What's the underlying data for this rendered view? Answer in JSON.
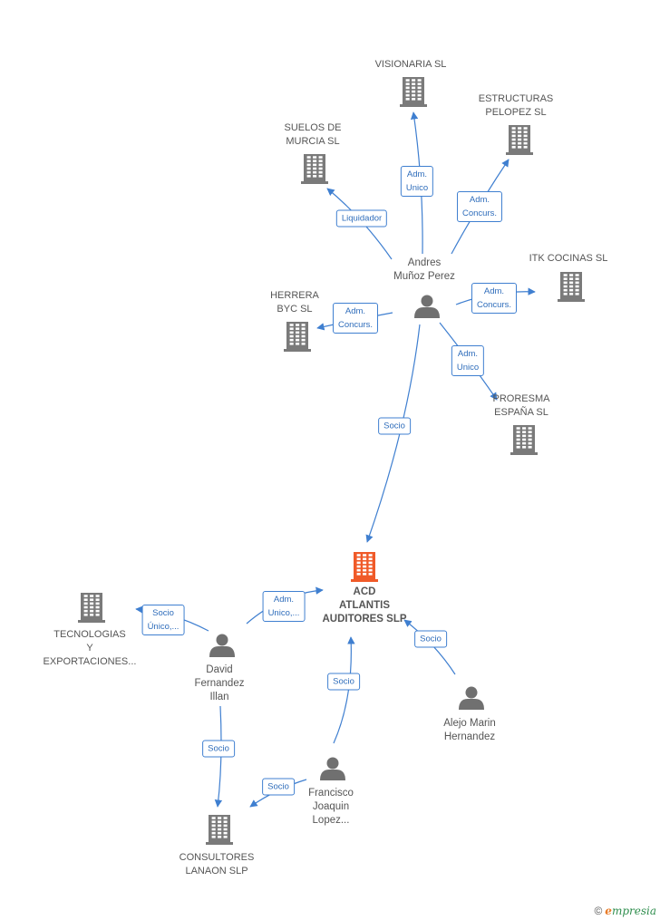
{
  "colors": {
    "edge": "#3f7fd0",
    "company_icon": "#7a7a7a",
    "main_icon": "#f05a28",
    "person_icon": "#707070"
  },
  "nodes": {
    "main": {
      "lines": [
        "ACD",
        "ATLANTIS",
        "AUDITORES SLP"
      ],
      "icon": "building-icon"
    },
    "andres": {
      "lines": [
        "Andres",
        "Muñoz Perez"
      ],
      "icon": "person-icon"
    },
    "visionaria": {
      "lines": [
        "VISIONARIA SL"
      ],
      "icon": "building-icon"
    },
    "estructuras": {
      "lines": [
        "ESTRUCTURAS",
        "PELOPEZ SL"
      ],
      "icon": "building-icon"
    },
    "suelos": {
      "lines": [
        "SUELOS DE",
        "MURCIA SL"
      ],
      "icon": "building-icon"
    },
    "itk": {
      "lines": [
        "ITK COCINAS SL"
      ],
      "icon": "building-icon"
    },
    "herrera": {
      "lines": [
        "HERRERA",
        "BYC SL"
      ],
      "icon": "building-icon"
    },
    "proresma": {
      "lines": [
        "PRORESMA",
        "ESPAÑA SL"
      ],
      "icon": "building-icon"
    },
    "tecnologias": {
      "lines": [
        "TECNOLOGIAS",
        "Y",
        "EXPORTACIONES..."
      ],
      "icon": "building-icon"
    },
    "david": {
      "lines": [
        "David",
        "Fernandez",
        "Illan"
      ],
      "icon": "person-icon"
    },
    "alejo": {
      "lines": [
        "Alejo Marin",
        "Hernandez"
      ],
      "icon": "person-icon"
    },
    "francisco": {
      "lines": [
        "Francisco",
        "Joaquin",
        "Lopez..."
      ],
      "icon": "person-icon"
    },
    "consultores": {
      "lines": [
        "CONSULTORES",
        "LANAON SLP"
      ],
      "icon": "building-icon"
    }
  },
  "edges": [
    {
      "id": "andres-visionaria",
      "label": [
        "Adm.",
        "Unico"
      ]
    },
    {
      "id": "andres-estructuras",
      "label": [
        "Adm.",
        "Concurs."
      ]
    },
    {
      "id": "andres-suelos",
      "label": [
        "Liquidador"
      ]
    },
    {
      "id": "andres-itk",
      "label": [
        "Adm.",
        "Concurs."
      ]
    },
    {
      "id": "andres-herrera",
      "label": [
        "Adm.",
        "Concurs."
      ]
    },
    {
      "id": "andres-proresma",
      "label": [
        "Adm.",
        "Unico"
      ]
    },
    {
      "id": "andres-main",
      "label": [
        "Socio"
      ]
    },
    {
      "id": "david-main",
      "label": [
        "Adm.",
        "Unico,..."
      ]
    },
    {
      "id": "david-tecnologias",
      "label": [
        "Socio",
        "Único,..."
      ]
    },
    {
      "id": "alejo-main",
      "label": [
        "Socio"
      ]
    },
    {
      "id": "francisco-main",
      "label": [
        "Socio"
      ]
    },
    {
      "id": "david-consultores",
      "label": [
        "Socio"
      ]
    },
    {
      "id": "francisco-consultores",
      "label": [
        "Socio"
      ]
    }
  ],
  "footer": {
    "copyright": "©",
    "brand_initial": "e",
    "brand_rest": "mpresia"
  }
}
